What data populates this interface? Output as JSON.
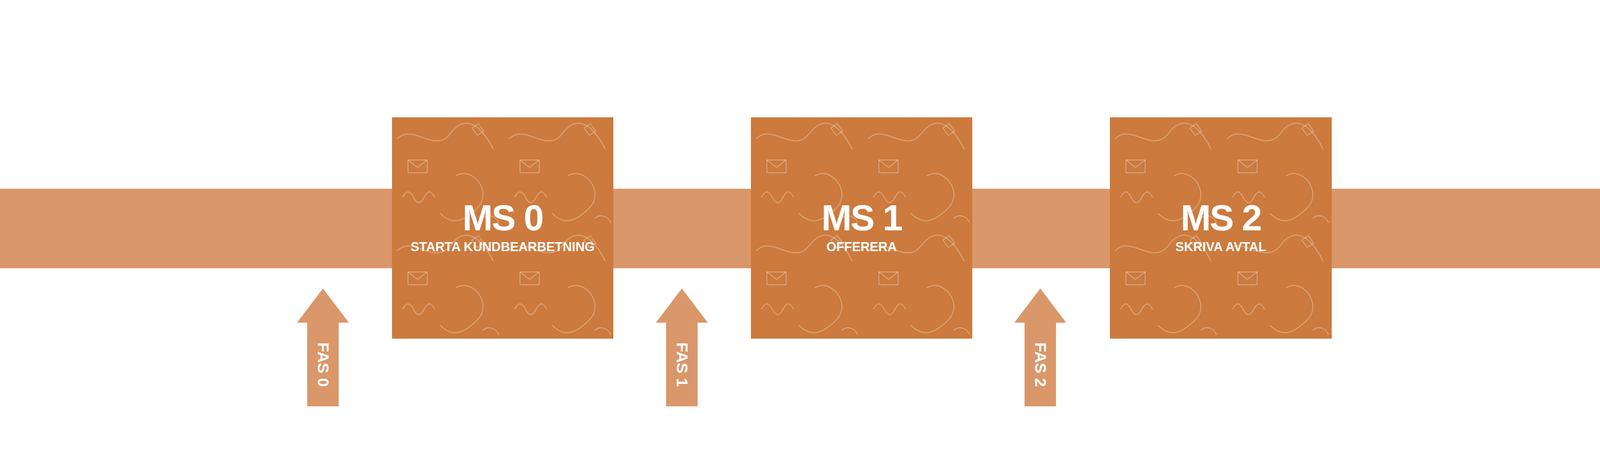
{
  "diagram": {
    "nodes": [
      {
        "text": [
          "MS 0",
          "STARTA KUNDBEARBETNING"
        ]
      },
      {
        "text": [
          "MS 1",
          "OFFERERA"
        ]
      },
      {
        "text": [
          "MS 2",
          "SKRIVA AVTAL"
        ]
      },
      {
        "text": [
          "FAS 0"
        ]
      },
      {
        "text": [
          "FAS 1"
        ]
      },
      {
        "text": [
          "FAS 2"
        ]
      }
    ]
  }
}
